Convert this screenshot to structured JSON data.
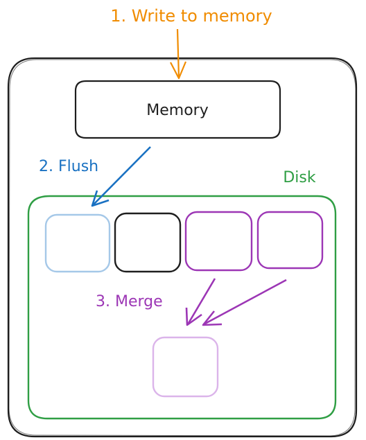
{
  "labels": {
    "write": "1. Write to memory",
    "flush": "2. Flush",
    "merge": "3. Merge",
    "disk": "Disk",
    "memory": "Memory"
  },
  "colors": {
    "write": "#f08c00",
    "flush": "#1971c2",
    "merge": "#9c36b5",
    "disk": "#2f9e44",
    "outline": "#1e1e1e",
    "flushed_block": "#a5c8e8",
    "merged_block": "#dbb4ea"
  }
}
